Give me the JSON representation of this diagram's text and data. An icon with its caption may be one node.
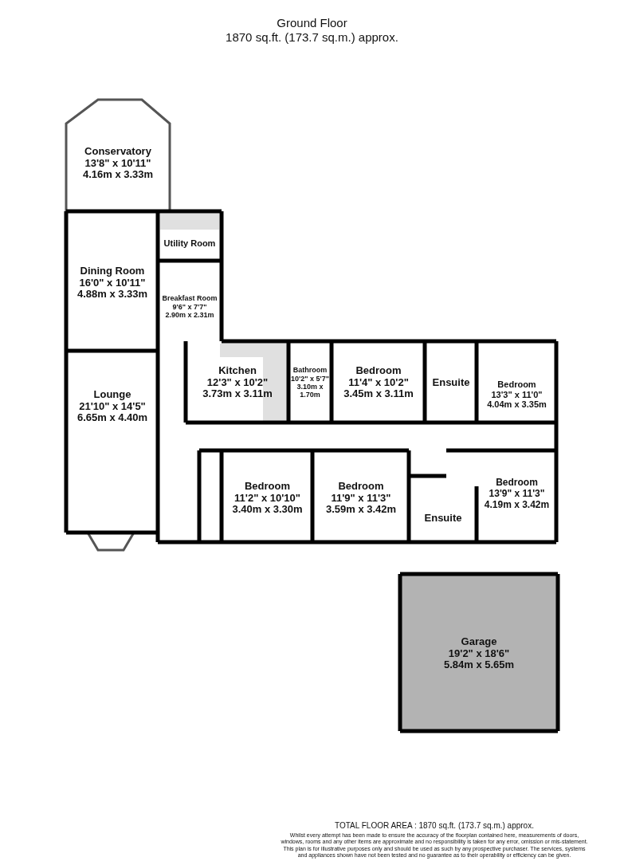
{
  "diagram": {
    "title": "Ground Floor",
    "nodes": [
      {
        "text": [
          "Conservatory",
          "13'8\"  x 10'11\"",
          "4.16m  x 3.33m"
        ]
      },
      {
        "text": [
          "Utility Room"
        ]
      },
      {
        "text": [
          "Dining Room",
          "16'0\"  x 10'11\"",
          "4.88m  x 3.33m"
        ]
      },
      {
        "text": [
          "Breakfast Room",
          "9'6\"  x 7'7\"",
          "2.90m  x 2.31m"
        ]
      },
      {
        "text": [
          "Kitchen",
          "12'3\"  x 10'2\"",
          "3.73m  x 3.11m"
        ]
      },
      {
        "text": [
          "Bathroom",
          "10'2\"  x 5'7\"",
          "3.10m  x 1.70m"
        ]
      },
      {
        "text": [
          "Bedroom",
          "11'4\"  x 10'2\"",
          "3.45m  x 3.11m"
        ]
      },
      {
        "text": [
          "Ensuite"
        ]
      },
      {
        "text": [
          "Bedroom",
          "13'3\"  x 11'0\"",
          "4.04m  x 3.35m"
        ]
      },
      {
        "text": [
          "Lounge",
          "21'10\"  x 14'5\"",
          "6.65m  x 4.40m"
        ]
      },
      {
        "text": [
          "Bedroom",
          "11'2\"  x 10'10\"",
          "3.40m  x 3.30m"
        ]
      },
      {
        "text": [
          "Bedroom",
          "11'9\"  x 11'3\"",
          "3.59m  x 3.42m"
        ]
      },
      {
        "text": [
          "Ensuite"
        ]
      },
      {
        "text": [
          "Bedroom",
          "13'9\"  x 11'3\"",
          "4.19m  x 3.42m"
        ]
      },
      {
        "text": [
          "Garage",
          "19'2\"  x 18'6\"",
          "5.84m  x 5.65m"
        ]
      }
    ],
    "labels": [
      "1870 sq.ft. (173.7 sq.m.) approx.",
      "TOTAL FLOOR AREA : 1870 sq.ft. (173.7 sq.m.) approx.",
      "Whilst every attempt has been made to ensure the accuracy of the floorplan contained here, measurements of doors, windows, rooms and any other items are approximate and no responsibility is taken for any error, omission or mis-statement. This plan is for illustrative purposes only and should be used as such by any prospective purchaser. The services, systems and appliances shown have not been tested and no guarantee as to their operability or efficiency can be given."
    ]
  }
}
